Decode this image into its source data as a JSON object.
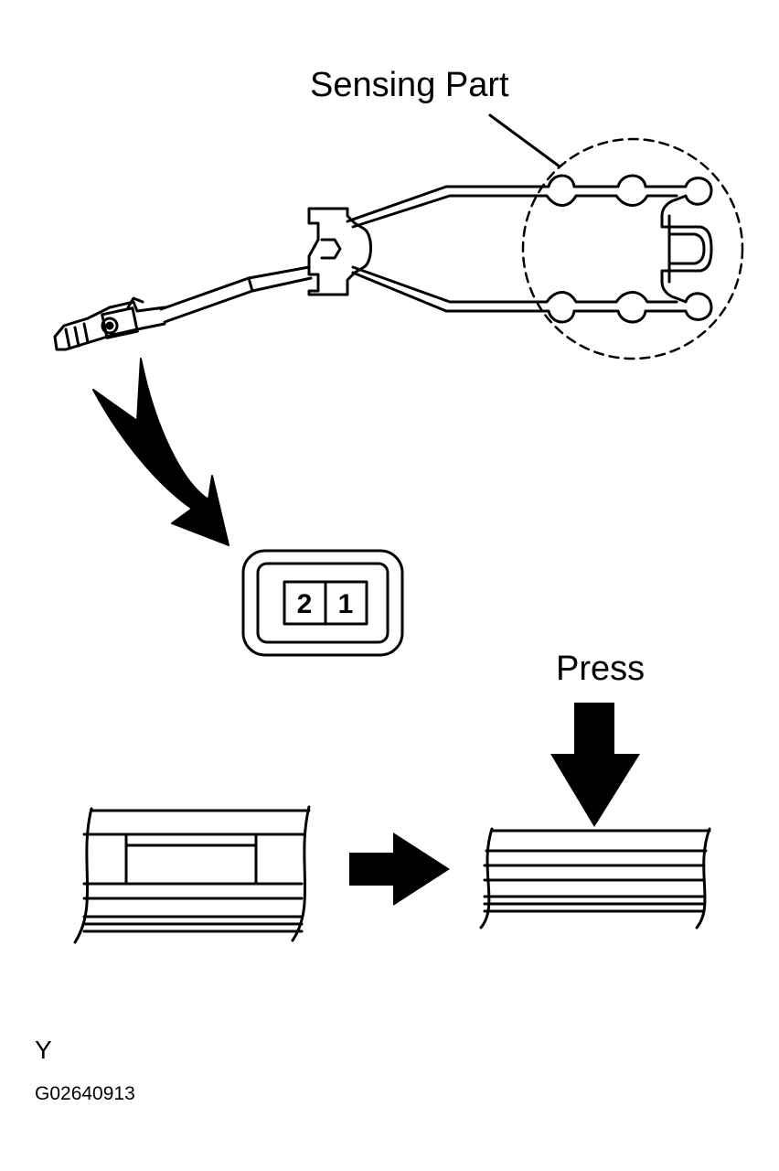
{
  "labels": {
    "sensing_part": "Sensing Part",
    "press": "Press",
    "corner_letter": "Y",
    "figure_code": "G02640913"
  },
  "connector": {
    "pins": [
      "2",
      "1"
    ]
  },
  "colors": {
    "ink": "#000000",
    "paper": "#ffffff"
  }
}
